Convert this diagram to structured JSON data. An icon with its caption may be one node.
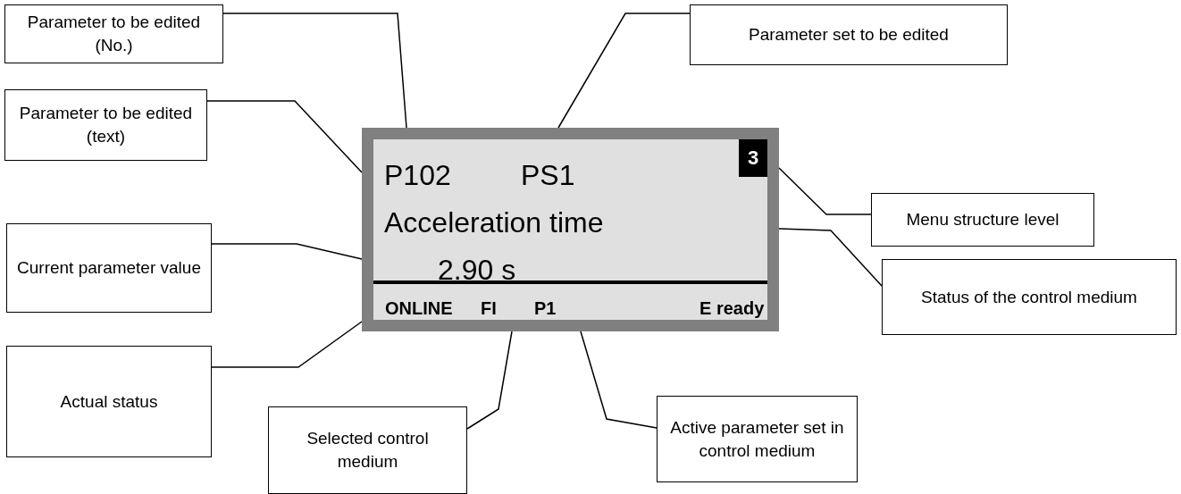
{
  "diagram": {
    "nodes": [
      {
        "text": [
          "Parameter to be edited (No.)"
        ]
      },
      {
        "text": [
          "Parameter set to be edited"
        ]
      },
      {
        "text": [
          "Parameter to be edited (text)"
        ]
      },
      {
        "text": [
          "P102",
          "PS1",
          "3",
          "Acceleration time",
          "2.90 s",
          "ONLINE",
          "FI",
          "P1",
          "E ready"
        ]
      },
      {
        "text": [
          "Menu structure level"
        ]
      },
      {
        "text": [
          "Current parameter value"
        ]
      },
      {
        "text": [
          "Status of the control medium"
        ]
      },
      {
        "text": [
          "Actual status"
        ]
      },
      {
        "text": [
          "Selected control medium"
        ]
      },
      {
        "text": [
          "Active parameter set in control medium"
        ]
      }
    ],
    "edges": [
      {
        "from": 0,
        "to": 3,
        "arrow": "none"
      },
      {
        "from": 1,
        "to": 3,
        "arrow": "none"
      },
      {
        "from": 2,
        "to": 3,
        "arrow": "none"
      },
      {
        "from": 4,
        "to": 3,
        "arrow": "none"
      },
      {
        "from": 5,
        "to": 3,
        "arrow": "none"
      },
      {
        "from": 6,
        "to": 3,
        "arrow": "none"
      },
      {
        "from": 7,
        "to": 3,
        "arrow": "none"
      },
      {
        "from": 8,
        "to": 3,
        "arrow": "none"
      },
      {
        "from": 9,
        "to": 3,
        "arrow": "none"
      }
    ]
  }
}
